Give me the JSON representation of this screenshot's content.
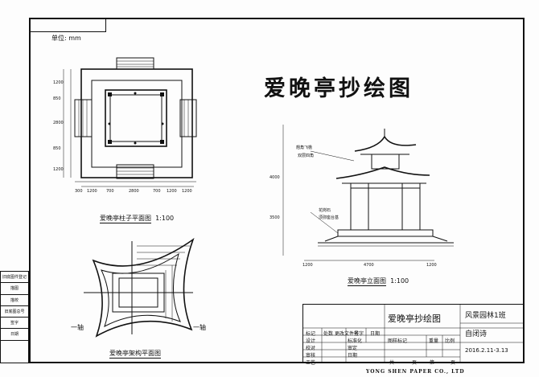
{
  "drawing": {
    "title": "爱晚亭抄绘图",
    "unit": "单位: mm",
    "manufacturer": "YONG SHEN PAPER CO., LTD"
  },
  "views": {
    "plan_caption": "爱晚亭柱子平面图",
    "plan_scale": "1:100",
    "elevation_caption": "爱晚亭立面图",
    "elevation_scale": "1:100",
    "roof_plan_caption": "爱晚亭架构平面图",
    "roof_axis_left": "一轴",
    "roof_axis_right": "一轴"
  },
  "dimensions": {
    "plan_left": [
      "1200",
      "850",
      "2800",
      "850",
      "1200"
    ],
    "plan_bottom": [
      "300",
      "1200",
      "700",
      "2800",
      "700",
      "1200",
      "1200"
    ],
    "elevation_left": [
      "4000",
      "3500"
    ],
    "elevation_bottom": [
      "1200",
      "4700",
      "1200"
    ]
  },
  "annotations": {
    "eave_note_1": "翘角飞檐",
    "eave_note_2": "双层四角",
    "base_note_1": "花岗石",
    "base_note_2": "须弥座台基"
  },
  "side_strip": [
    "旧底图件登记",
    "描图",
    "描校",
    "旧底图总号",
    "签字",
    "日期"
  ],
  "title_block": {
    "main": "爱晚亭抄绘图",
    "school": "风景园林1班",
    "name": "自闭诗",
    "date": "2016.2.11-3.13",
    "fields": [
      "标记",
      "处数",
      "更改文件号",
      "签字",
      "日期",
      "设计",
      "校对",
      "审核",
      "工艺",
      "标准化",
      "审定",
      "日期",
      "图样标记",
      "重量",
      "比例",
      "共",
      "页",
      "第",
      "页"
    ]
  }
}
